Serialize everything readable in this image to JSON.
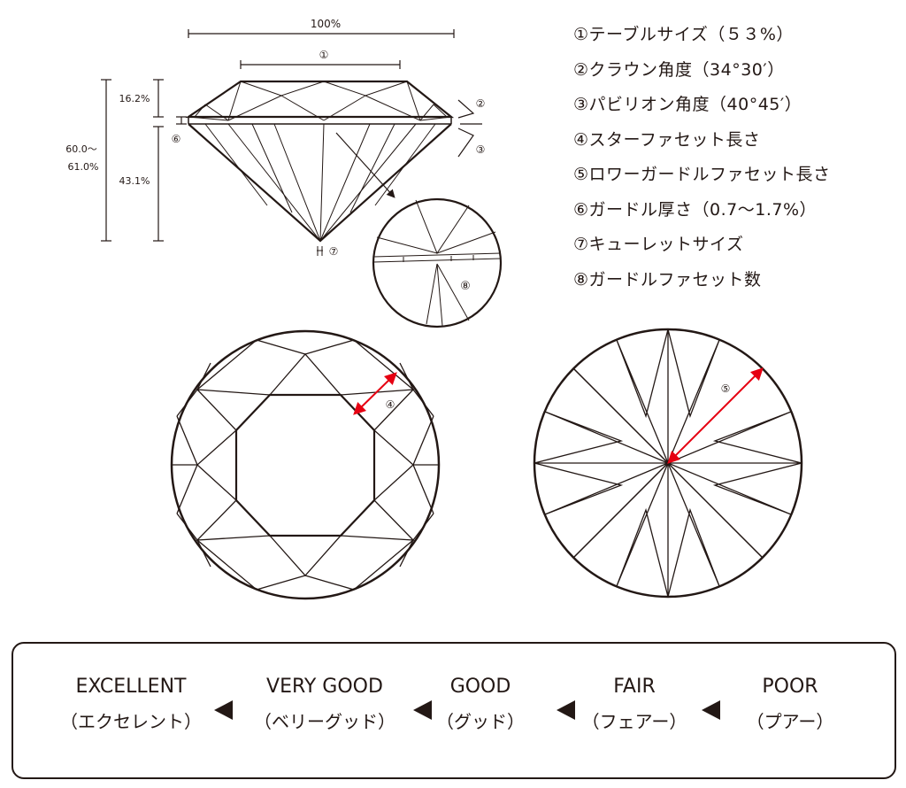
{
  "colors": {
    "line": "#231815",
    "accent": "#e60012",
    "background": "#ffffff"
  },
  "profile": {
    "total_width_label": "100%",
    "table_marker": "①",
    "crown_height_label": "16.2%",
    "pavilion_depth_label": "43.1%",
    "total_depth_label": [
      "60.0～",
      "61.0%"
    ],
    "girdle_marker": "⑥",
    "culet_marker": "⑦",
    "crown_angle_marker": "②",
    "pavilion_angle_marker": "③",
    "detail_marker": "⑧"
  },
  "legend": [
    "①テーブルサイズ（５３%）",
    "②クラウン角度（34°30′）",
    "③パビリオン角度（40°45′）",
    "④スターファセット長さ",
    "⑤ロワーガードルファセット長さ",
    "⑥ガードル厚さ（0.7～1.7%）",
    "⑦キューレットサイズ",
    "⑧ガードルファセット数"
  ],
  "top_view": {
    "star_marker": "④"
  },
  "bottom_view": {
    "lower_girdle_marker": "⑤"
  },
  "scale": {
    "grades": [
      {
        "en": "EXCELLENT",
        "jp": "（エクセレント）"
      },
      {
        "en": "VERY GOOD",
        "jp": "（ベリーグッド）"
      },
      {
        "en": "GOOD",
        "jp": "（グッド）"
      },
      {
        "en": "FAIR",
        "jp": "（フェアー）"
      },
      {
        "en": "POOR",
        "jp": "（プアー）"
      }
    ]
  }
}
